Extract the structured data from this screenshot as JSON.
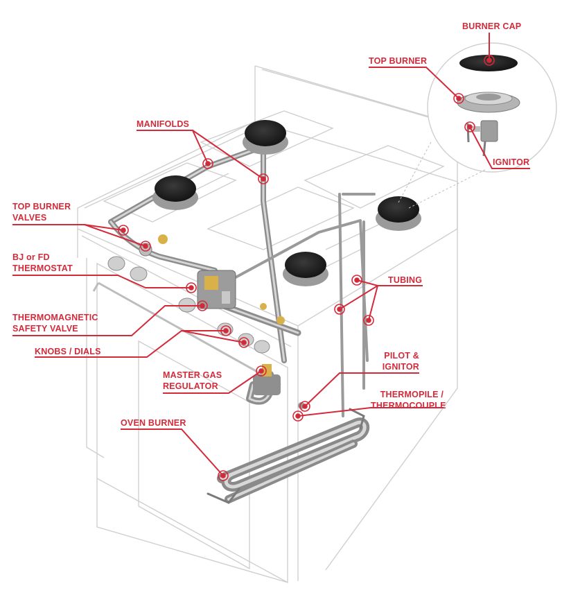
{
  "labels": {
    "burner_cap": "BURNER CAP",
    "top_burner": "TOP BURNER",
    "manifolds": "MANIFOLDS",
    "ignitor": "IGNITOR",
    "top_burner_valves_1": "TOP BURNER",
    "top_burner_valves_2": "VALVES",
    "thermostat_1": "BJ or FD",
    "thermostat_2": "THERMOSTAT",
    "tubing": "TUBING",
    "thermo_valve_1": "THERMOMAGNETIC",
    "thermo_valve_2": "SAFETY VALVE",
    "knobs": "KNOBS / DIALS",
    "pilot_1": "PILOT &",
    "pilot_2": "IGNITOR",
    "regulator_1": "MASTER GAS",
    "regulator_2": "REGULATOR",
    "thermopile_1": "THERMOPILE /",
    "thermopile_2": "THERMOCOUPLE",
    "oven_burner": "OVEN BURNER"
  },
  "colors": {
    "accent": "#d32a3a",
    "outline": "#c9c9c9",
    "metal": "#a8a8a8",
    "burner": "#1c1c1c"
  }
}
